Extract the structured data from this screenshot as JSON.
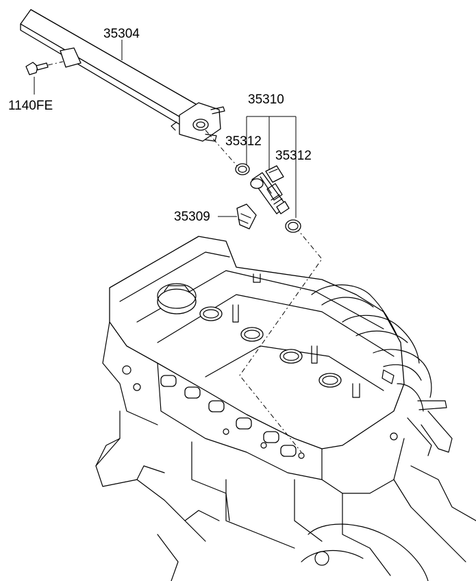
{
  "labels": {
    "rail": "35304",
    "bolt": "1140FE",
    "injector_assy": "35310",
    "oring_upper": "35312",
    "oring_lower": "35312",
    "clip": "35309"
  }
}
